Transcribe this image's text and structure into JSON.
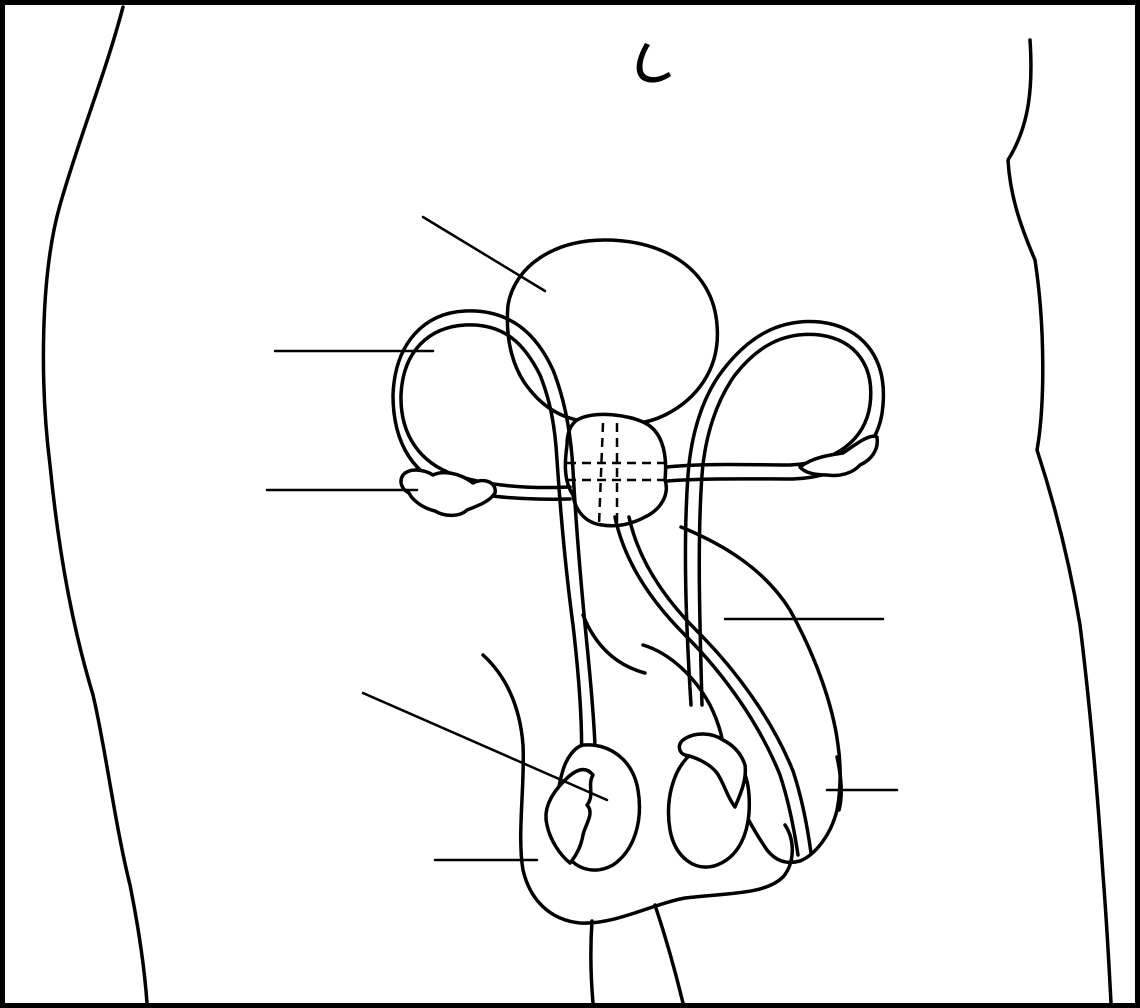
{
  "diagram": {
    "mark_color": "#000000",
    "background_color": "#ffffff",
    "orientation_mark": "L",
    "label_blanks": [
      {
        "id": "blank-1",
        "text": ""
      },
      {
        "id": "blank-2",
        "text": ""
      },
      {
        "id": "blank-3",
        "text": ""
      },
      {
        "id": "blank-4",
        "text": ""
      },
      {
        "id": "blank-5",
        "text": ""
      },
      {
        "id": "blank-6",
        "text": ""
      },
      {
        "id": "blank-7",
        "text": ""
      }
    ]
  }
}
